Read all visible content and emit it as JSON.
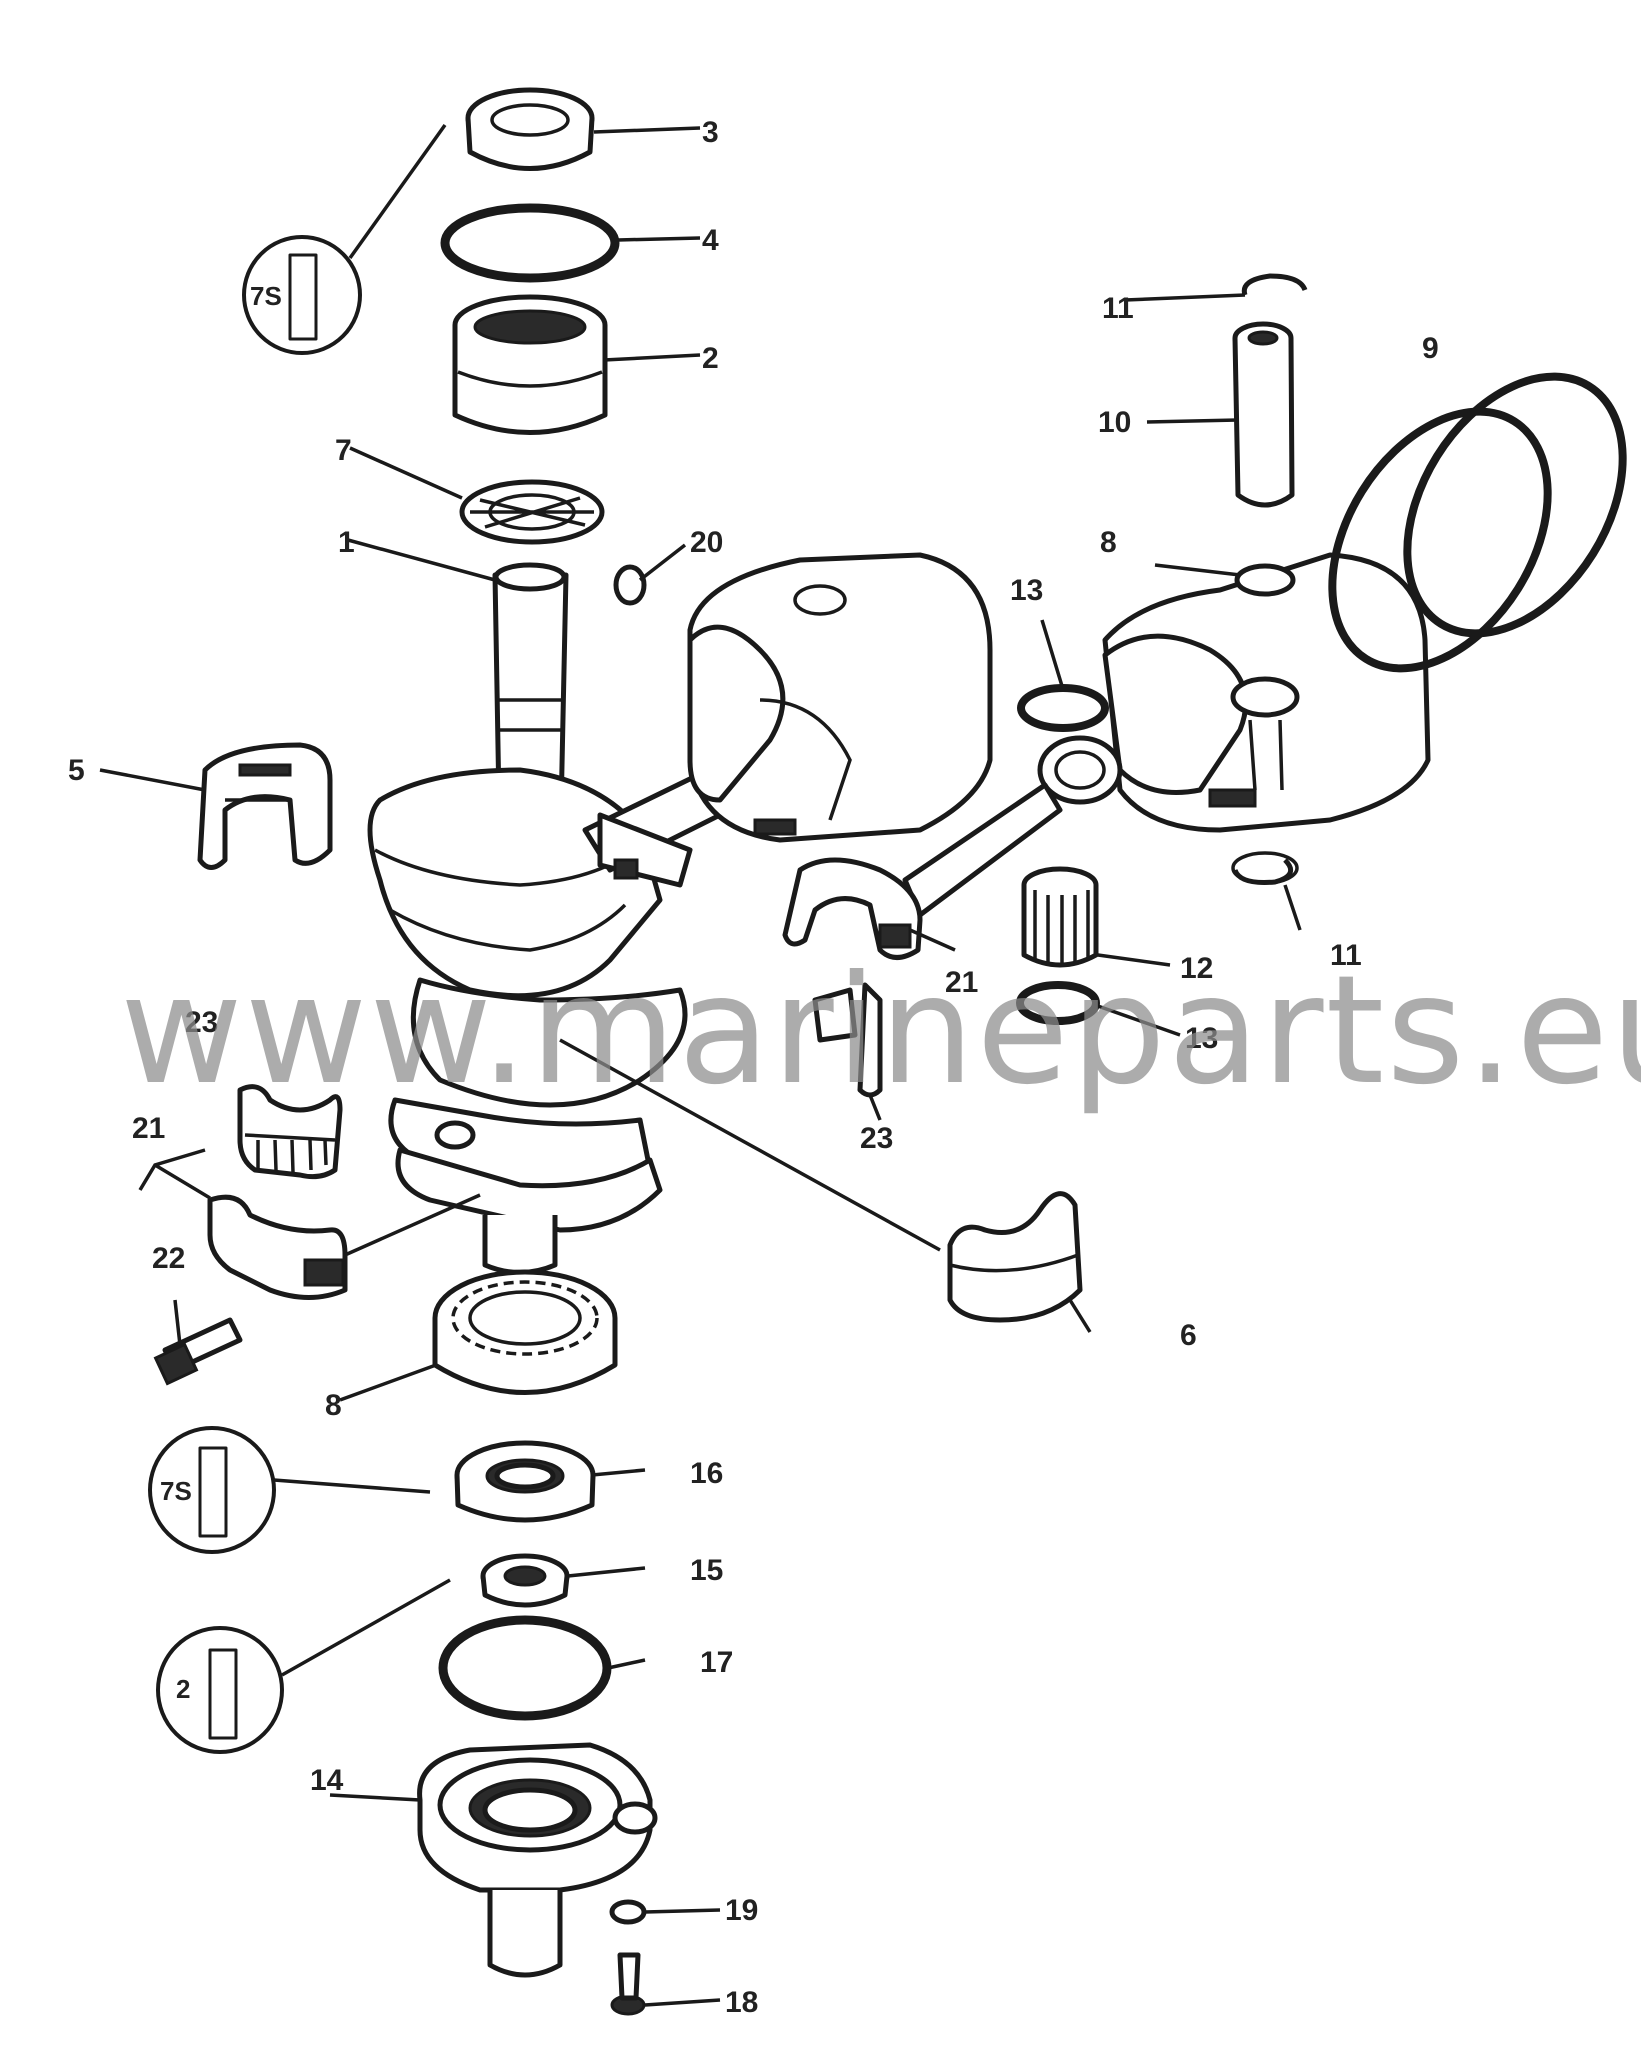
{
  "watermark": "www.marineparts.eu",
  "insets": [
    {
      "id": "inset-top",
      "label": "7S"
    },
    {
      "id": "inset-mid",
      "label": "7S"
    },
    {
      "id": "inset-low",
      "label": "2"
    }
  ],
  "callouts": {
    "c1": "1",
    "c2": "2",
    "c3": "3",
    "c4": "4",
    "c5": "5",
    "c6": "6",
    "c7": "7",
    "c8_piston": "8",
    "c8_bearing": "8",
    "c9": "9",
    "c10": "10",
    "c11_top": "11",
    "c11_bottom": "11",
    "c12": "12",
    "c13_top": "13",
    "c13_bottom": "13",
    "c14": "14",
    "c15": "15",
    "c16": "16",
    "c17": "17",
    "c18": "18",
    "c19": "19",
    "c20": "20",
    "c21_left": "21",
    "c21_right": "21",
    "c22": "22",
    "c23_left": "23",
    "c23_right": "23"
  }
}
